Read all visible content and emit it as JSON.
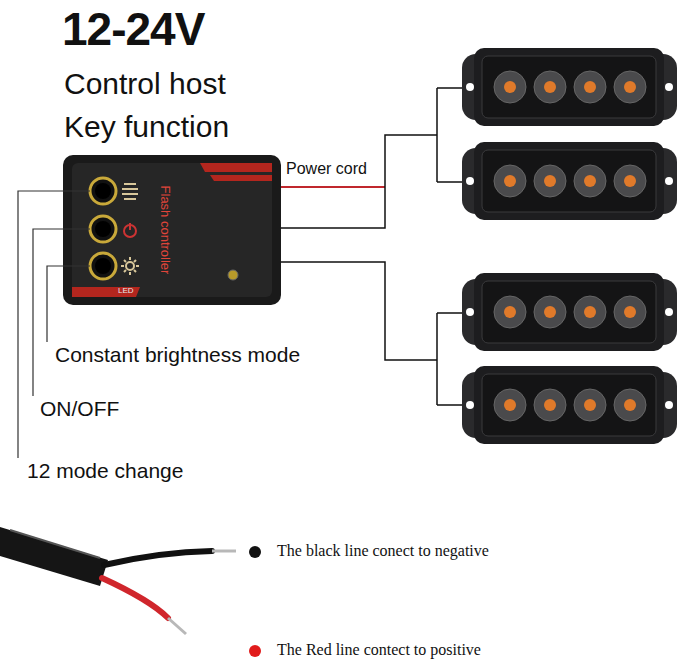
{
  "diagram": {
    "title": "12-24V",
    "nodes": [
      {
        "text": [
          "Flash controller"
        ]
      }
    ],
    "labels": [
      "Control host Key function",
      "Power cord",
      "Constant brightness mode",
      "ON/OFF",
      "12 mode change",
      "LED",
      "The black line conect to negative",
      "The Red line contect to positive"
    ]
  }
}
